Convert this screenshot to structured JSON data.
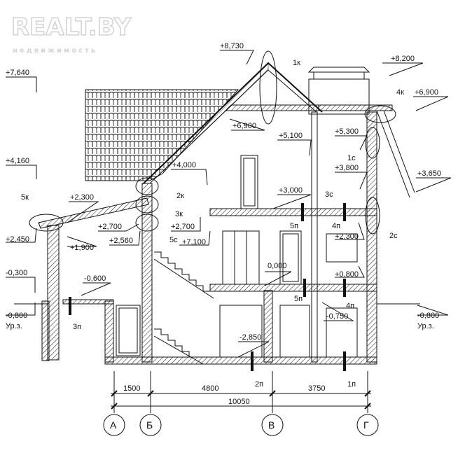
{
  "watermark": {
    "brand": "REALT.BY",
    "tagline": "недвижимость"
  },
  "levels": {
    "l1": "+8,730",
    "l2": "+8,200",
    "l3": "+7,640",
    "l4": "+6,900",
    "l5": "+6,900",
    "l6": "+5,300",
    "l7": "+5,100",
    "l8": "+4,160",
    "l9": "+4,000",
    "l10": "+3,800",
    "l11": "+3,650",
    "l12": "+3,000",
    "l13": "+2,300",
    "l14": "+2,450",
    "l15": "+2,700",
    "l16": "+2,700",
    "l17": "+2,560",
    "l18": "+1,900",
    "l19": "+7,100",
    "l20": "+2,300",
    "l21": "0,000",
    "l22": "+0,800",
    "l23": "-0,300",
    "l24": "-0,600",
    "l25": "-0,750",
    "l26": "-0,800",
    "l27": "-0,800",
    "l28": "-2,850"
  },
  "ground": {
    "left": "Ур.з.",
    "right": "Ур.з."
  },
  "nodes": {
    "k1": "1к",
    "k2": "2к",
    "k3": "3к",
    "k4": "4к",
    "k5": "5к",
    "s1": "1с",
    "s2": "2с",
    "s3": "3с",
    "s5": "5с",
    "p1": "1п",
    "p2": "2п",
    "p3": "3п",
    "p4a": "4п",
    "p4b": "4п",
    "p5a": "5п",
    "p5b": "5п"
  },
  "dimensions": {
    "d1": "1500",
    "d2": "4800",
    "d3": "3750",
    "total": "10050"
  },
  "axes": {
    "a": "А",
    "b": "Б",
    "v": "В",
    "g": "Г"
  }
}
